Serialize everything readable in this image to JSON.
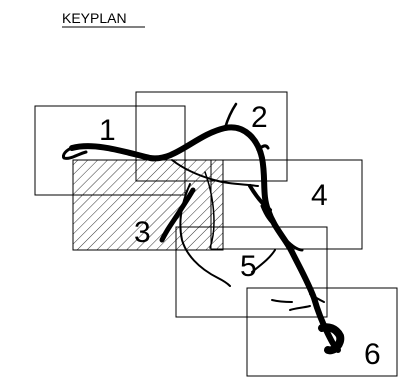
{
  "title": "KEYPLAN",
  "sections": [
    {
      "id": "1",
      "label": "1"
    },
    {
      "id": "2",
      "label": "2"
    },
    {
      "id": "3",
      "label": "3"
    },
    {
      "id": "4",
      "label": "4"
    },
    {
      "id": "5",
      "label": "5"
    },
    {
      "id": "6",
      "label": "6"
    }
  ],
  "hatched_section": "3"
}
